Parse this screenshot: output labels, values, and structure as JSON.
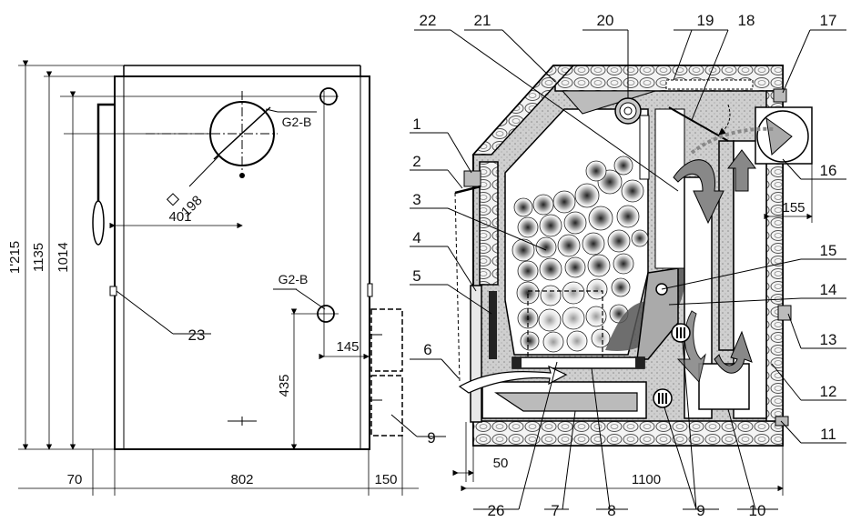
{
  "front_view": {
    "dimensions": {
      "overall_height": "1'215",
      "height_1135": "1135",
      "height_1014": "1014",
      "flue_offset": "401",
      "flue_diameter": "198",
      "connection_upper": "G2-B",
      "connection_lower": "G2-B",
      "connection_offset": "145",
      "return_height": "435",
      "width": "802",
      "left_margin": "70",
      "right_margin": "150"
    },
    "callouts": [
      "23",
      "9"
    ]
  },
  "section_view": {
    "dimensions": {
      "depth": "1100",
      "front_offset": "50",
      "rear_offset": "155"
    },
    "callouts": [
      "1",
      "2",
      "3",
      "4",
      "5",
      "6",
      "7",
      "8",
      "9",
      "10",
      "11",
      "12",
      "13",
      "14",
      "15",
      "16",
      "17",
      "18",
      "19",
      "20",
      "21",
      "22",
      "26"
    ]
  }
}
